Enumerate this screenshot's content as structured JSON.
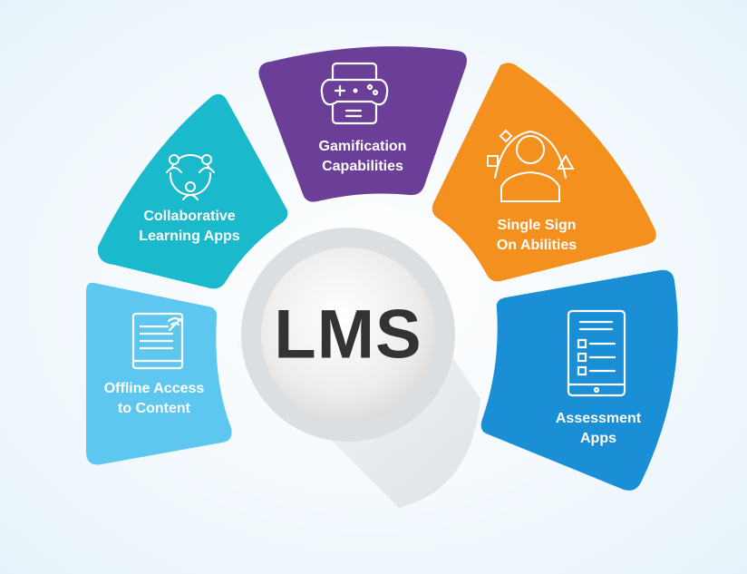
{
  "center": {
    "label": "LMS"
  },
  "segments": [
    {
      "id": "offline",
      "line1": "Offline Access",
      "line2": "to Content",
      "color": "#5ec7f0",
      "icon": "tablet-wifi-icon"
    },
    {
      "id": "collab",
      "line1": "Collaborative",
      "line2": "Learning Apps",
      "color": "#1bb9cc",
      "icon": "people-network-icon"
    },
    {
      "id": "gamification",
      "line1": "Gamification",
      "line2": "Capabilities",
      "color": "#6b3f98",
      "icon": "gamepad-tablet-icon"
    },
    {
      "id": "sso",
      "line1": "Single Sign",
      "line2": "On Abilities",
      "color": "#f4901e",
      "icon": "user-shapes-icon"
    },
    {
      "id": "assessment",
      "line1": "Assessment",
      "line2": "Apps",
      "color": "#1a8fd6",
      "icon": "checklist-tablet-icon"
    }
  ]
}
